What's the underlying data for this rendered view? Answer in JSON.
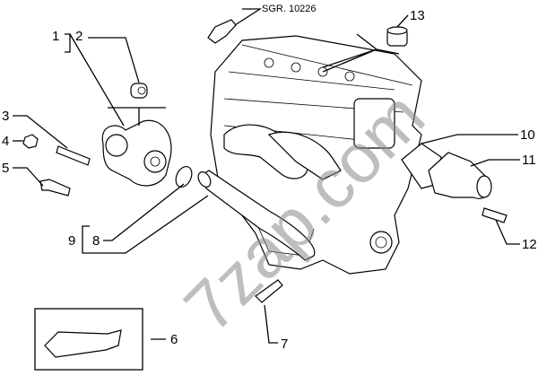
{
  "labels": {
    "l1": "1",
    "l2": "2",
    "l3": "3",
    "l4": "4",
    "l5": "5",
    "l6": "6",
    "l7": "7",
    "l8": "8",
    "l9": "9",
    "l10": "10",
    "l11": "11",
    "l12": "12",
    "l13": "13"
  },
  "reference": "SGR. 10226",
  "watermark": "7zap.com"
}
